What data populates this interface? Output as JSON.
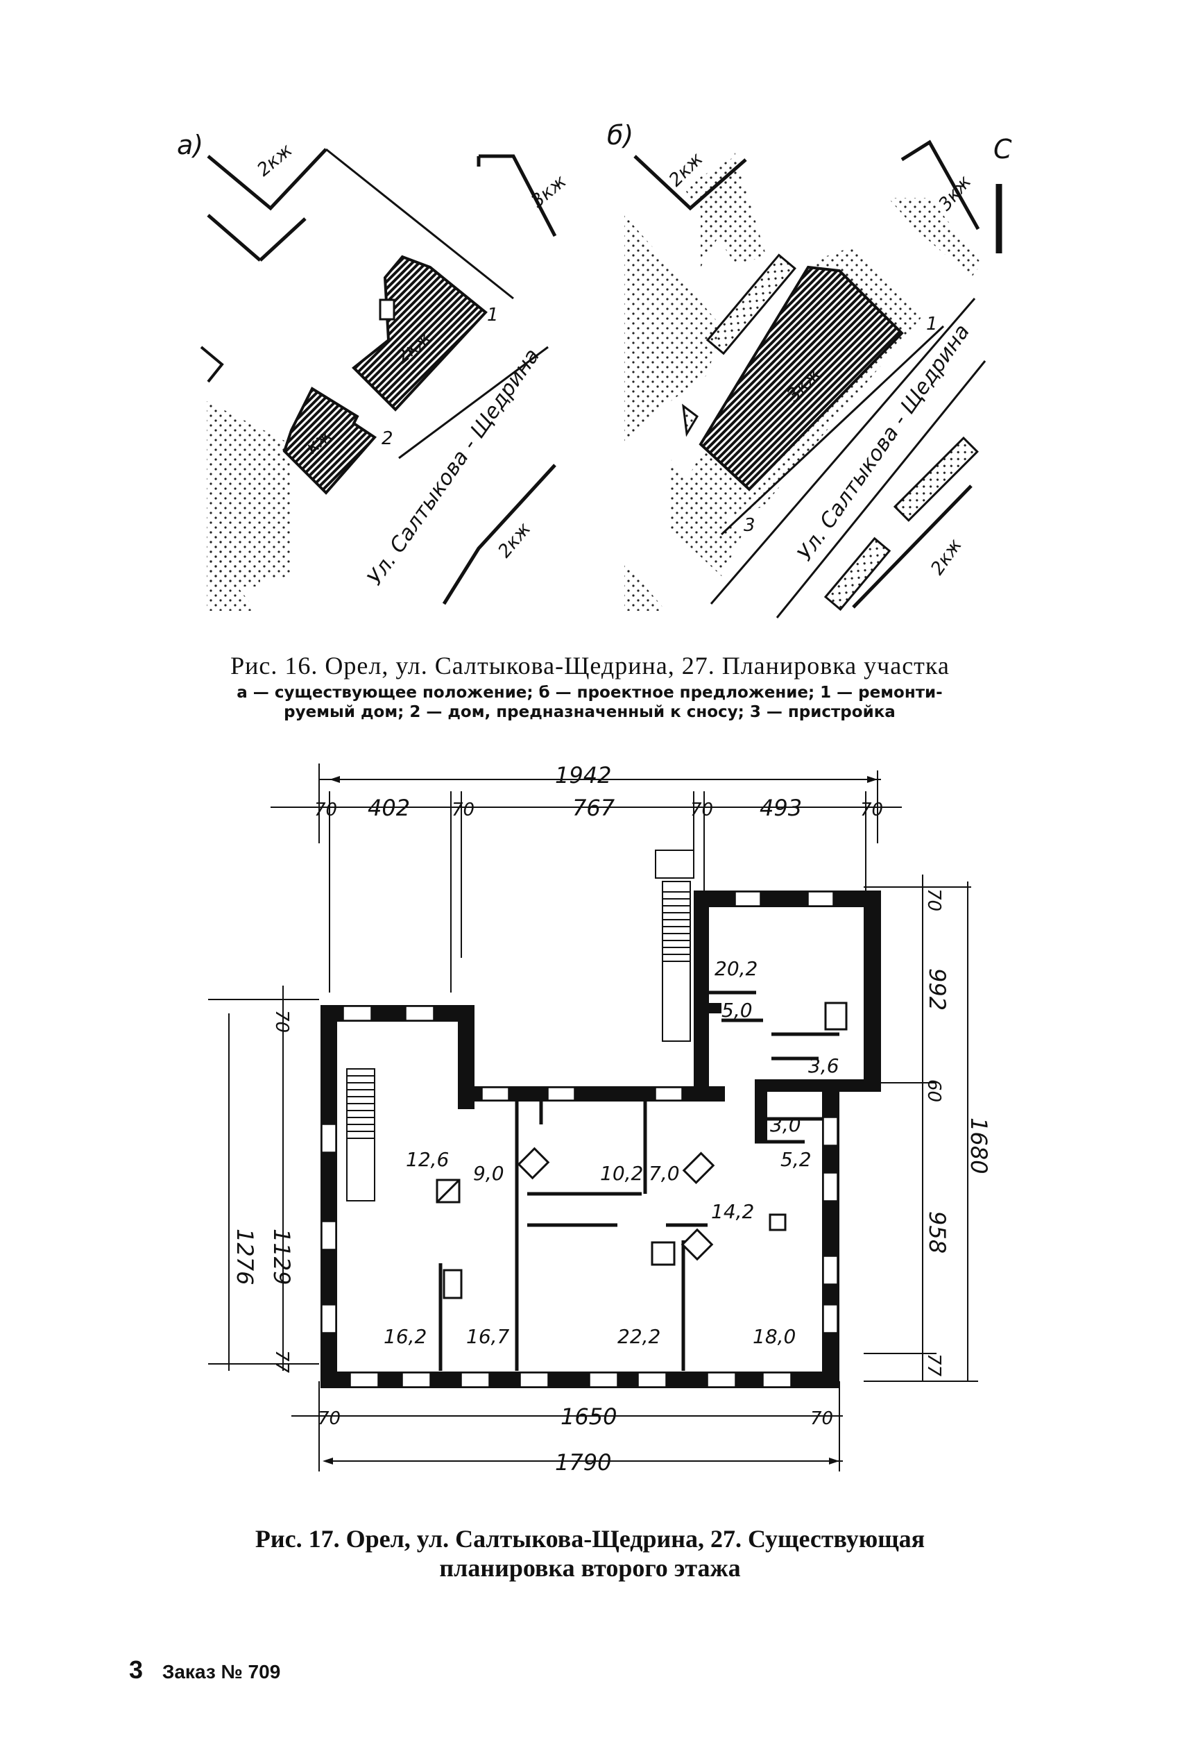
{
  "fig16": {
    "panel_a": {
      "label": "а)",
      "street": "Ул. Салтыкова - Щедрина",
      "buildings": [
        "2кж",
        "3кж",
        "2кж",
        "кж",
        "2кж"
      ],
      "markers": [
        "1",
        "2"
      ]
    },
    "panel_b": {
      "label": "б)",
      "street": "Ул. Салтыкова - Щедрина",
      "buildings": [
        "2кж",
        "3кж",
        "3кж",
        "2кж"
      ],
      "markers": [
        "3",
        "1"
      ],
      "north": "С"
    },
    "caption": "Рис. 16. Орел, ул. Салтыкова-Щедрина, 27. Планировка участка",
    "legend_line1": "а — существующее положение; б — проектное предложение; 1 — ремонти-",
    "legend_line2": "руемый дом; 2 — дом, предназначенный к сносу; 3 — пристройка"
  },
  "fig17": {
    "dims_top": {
      "total": "1942",
      "w1": "70",
      "d1": "402",
      "w2": "70",
      "d2": "767",
      "w3": "70",
      "d3": "493",
      "w4": "70"
    },
    "dims_bottom": {
      "w1": "70",
      "inner": "1650",
      "w2": "70",
      "total": "1790"
    },
    "dims_left": {
      "outer": "1276",
      "inner": "1129",
      "top": "70",
      "bottom": "77"
    },
    "dims_right": {
      "top": "70",
      "upper": "992",
      "mid": "60",
      "lower": "958",
      "bottom": "77",
      "total": "1680"
    },
    "rooms": [
      "20,2",
      "5,0",
      "3,6",
      "3,0",
      "5,2",
      "12,6",
      "9,0",
      "10,2",
      "7,0",
      "14,2",
      "16,2",
      "16,7",
      "22,2",
      "18,0"
    ],
    "caption_line1": "Рис. 17. Орел, ул. Салтыкова-Щедрина, 27. Существующая",
    "caption_line2": "планировка второго этажа"
  },
  "footer": {
    "page": "3",
    "order": "Заказ № 709"
  }
}
